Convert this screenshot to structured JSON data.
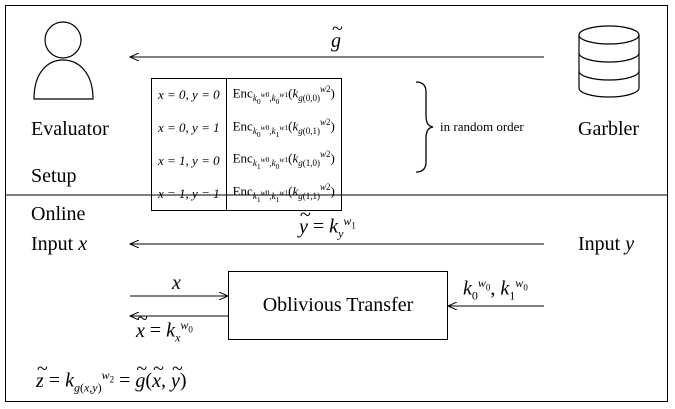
{
  "parties": {
    "evaluator": "Evaluator",
    "garbler": "Garbler"
  },
  "phases": {
    "setup": "Setup",
    "online": "Online"
  },
  "arrows": {
    "garbled_table": "g̃",
    "input_y_msg": "ỹ = k_y^{w1}",
    "ot_in": "x",
    "ot_out": "x̃ = k_x^{w0}",
    "garbler_keys": "k_0^{w0}, k_1^{w0}"
  },
  "inputs": {
    "evaluator_input": "Input x",
    "garbler_input": "Input y"
  },
  "garbled_table": {
    "rows": [
      {
        "cond": "x = 0, y = 0",
        "enc": "Enc_{k0^w0, k0^w1}(k_{g(0,0)}^{w2})"
      },
      {
        "cond": "x = 0, y = 1",
        "enc": "Enc_{k0^w0, k1^w1}(k_{g(0,1)}^{w2})"
      },
      {
        "cond": "x = 1, y = 0",
        "enc": "Enc_{k1^w0, k0^w1}(k_{g(1,0)}^{w2})"
      },
      {
        "cond": "x = 1, y = 1",
        "enc": "Enc_{k1^w0, k1^w1}(k_{g(1,1)}^{w2})"
      }
    ],
    "order_note": "in random order"
  },
  "ot": {
    "label": "Oblivious Transfer"
  },
  "result": "z̃ = k_{g(x,y)}^{w2} = g̃(x̃, ỹ)",
  "icons": {
    "evaluator": "person-icon",
    "garbler": "database-icon"
  }
}
